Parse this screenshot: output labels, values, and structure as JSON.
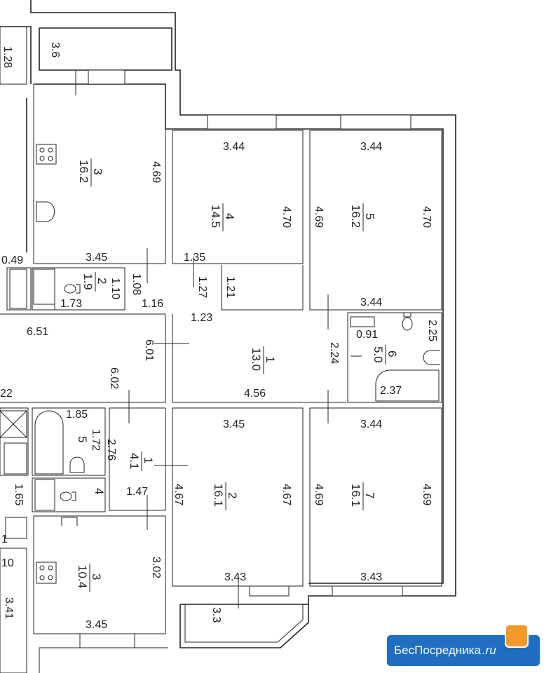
{
  "rooms": [
    {
      "id": "r3a",
      "number": "3",
      "area": "16.2"
    },
    {
      "id": "r4",
      "number": "4",
      "area": "14.5"
    },
    {
      "id": "r5",
      "number": "5",
      "area": "16.2"
    },
    {
      "id": "r2a",
      "number": "2",
      "area": "1.9"
    },
    {
      "id": "r1a",
      "number": "1",
      "area": "13.0"
    },
    {
      "id": "r6",
      "number": "6",
      "area": "5.0"
    },
    {
      "id": "r5b",
      "number": "5",
      "area": ""
    },
    {
      "id": "r1b",
      "number": "1",
      "area": "4.1"
    },
    {
      "id": "r2b",
      "number": "2",
      "area": "16.1"
    },
    {
      "id": "r7",
      "number": "7",
      "area": "16.1"
    },
    {
      "id": "r3b",
      "number": "3",
      "area": "10.4"
    },
    {
      "id": "r4b",
      "number": "4",
      "area": ""
    }
  ],
  "dimensions": [
    "3.6",
    "1.28",
    "4.69",
    "3.45",
    "3.44",
    "3.44",
    "4.70",
    "4.69",
    "4.70",
    "1.35",
    "1.27",
    "1.21",
    "0.49",
    "1.10",
    "1.08",
    "1.16",
    "1.73",
    "1.23",
    "3.44",
    "0.91",
    "2.25",
    "6.51",
    "6.01",
    "2.24",
    "4.56",
    "2.37",
    "22",
    "6.02",
    "1.85",
    "1.72",
    "2.76",
    "3.45",
    "3.44",
    "4.67",
    "4.67",
    "4.69",
    "4.69",
    "1.65",
    "1.47",
    "3.02",
    "3.43",
    "3.43",
    "3.3",
    "10",
    "3.41",
    "3.45",
    "1"
  ],
  "watermark": "",
  "logo": {
    "brand": "БесПосредника",
    "tld": ".ru",
    "accent": "#1f6ec0"
  }
}
